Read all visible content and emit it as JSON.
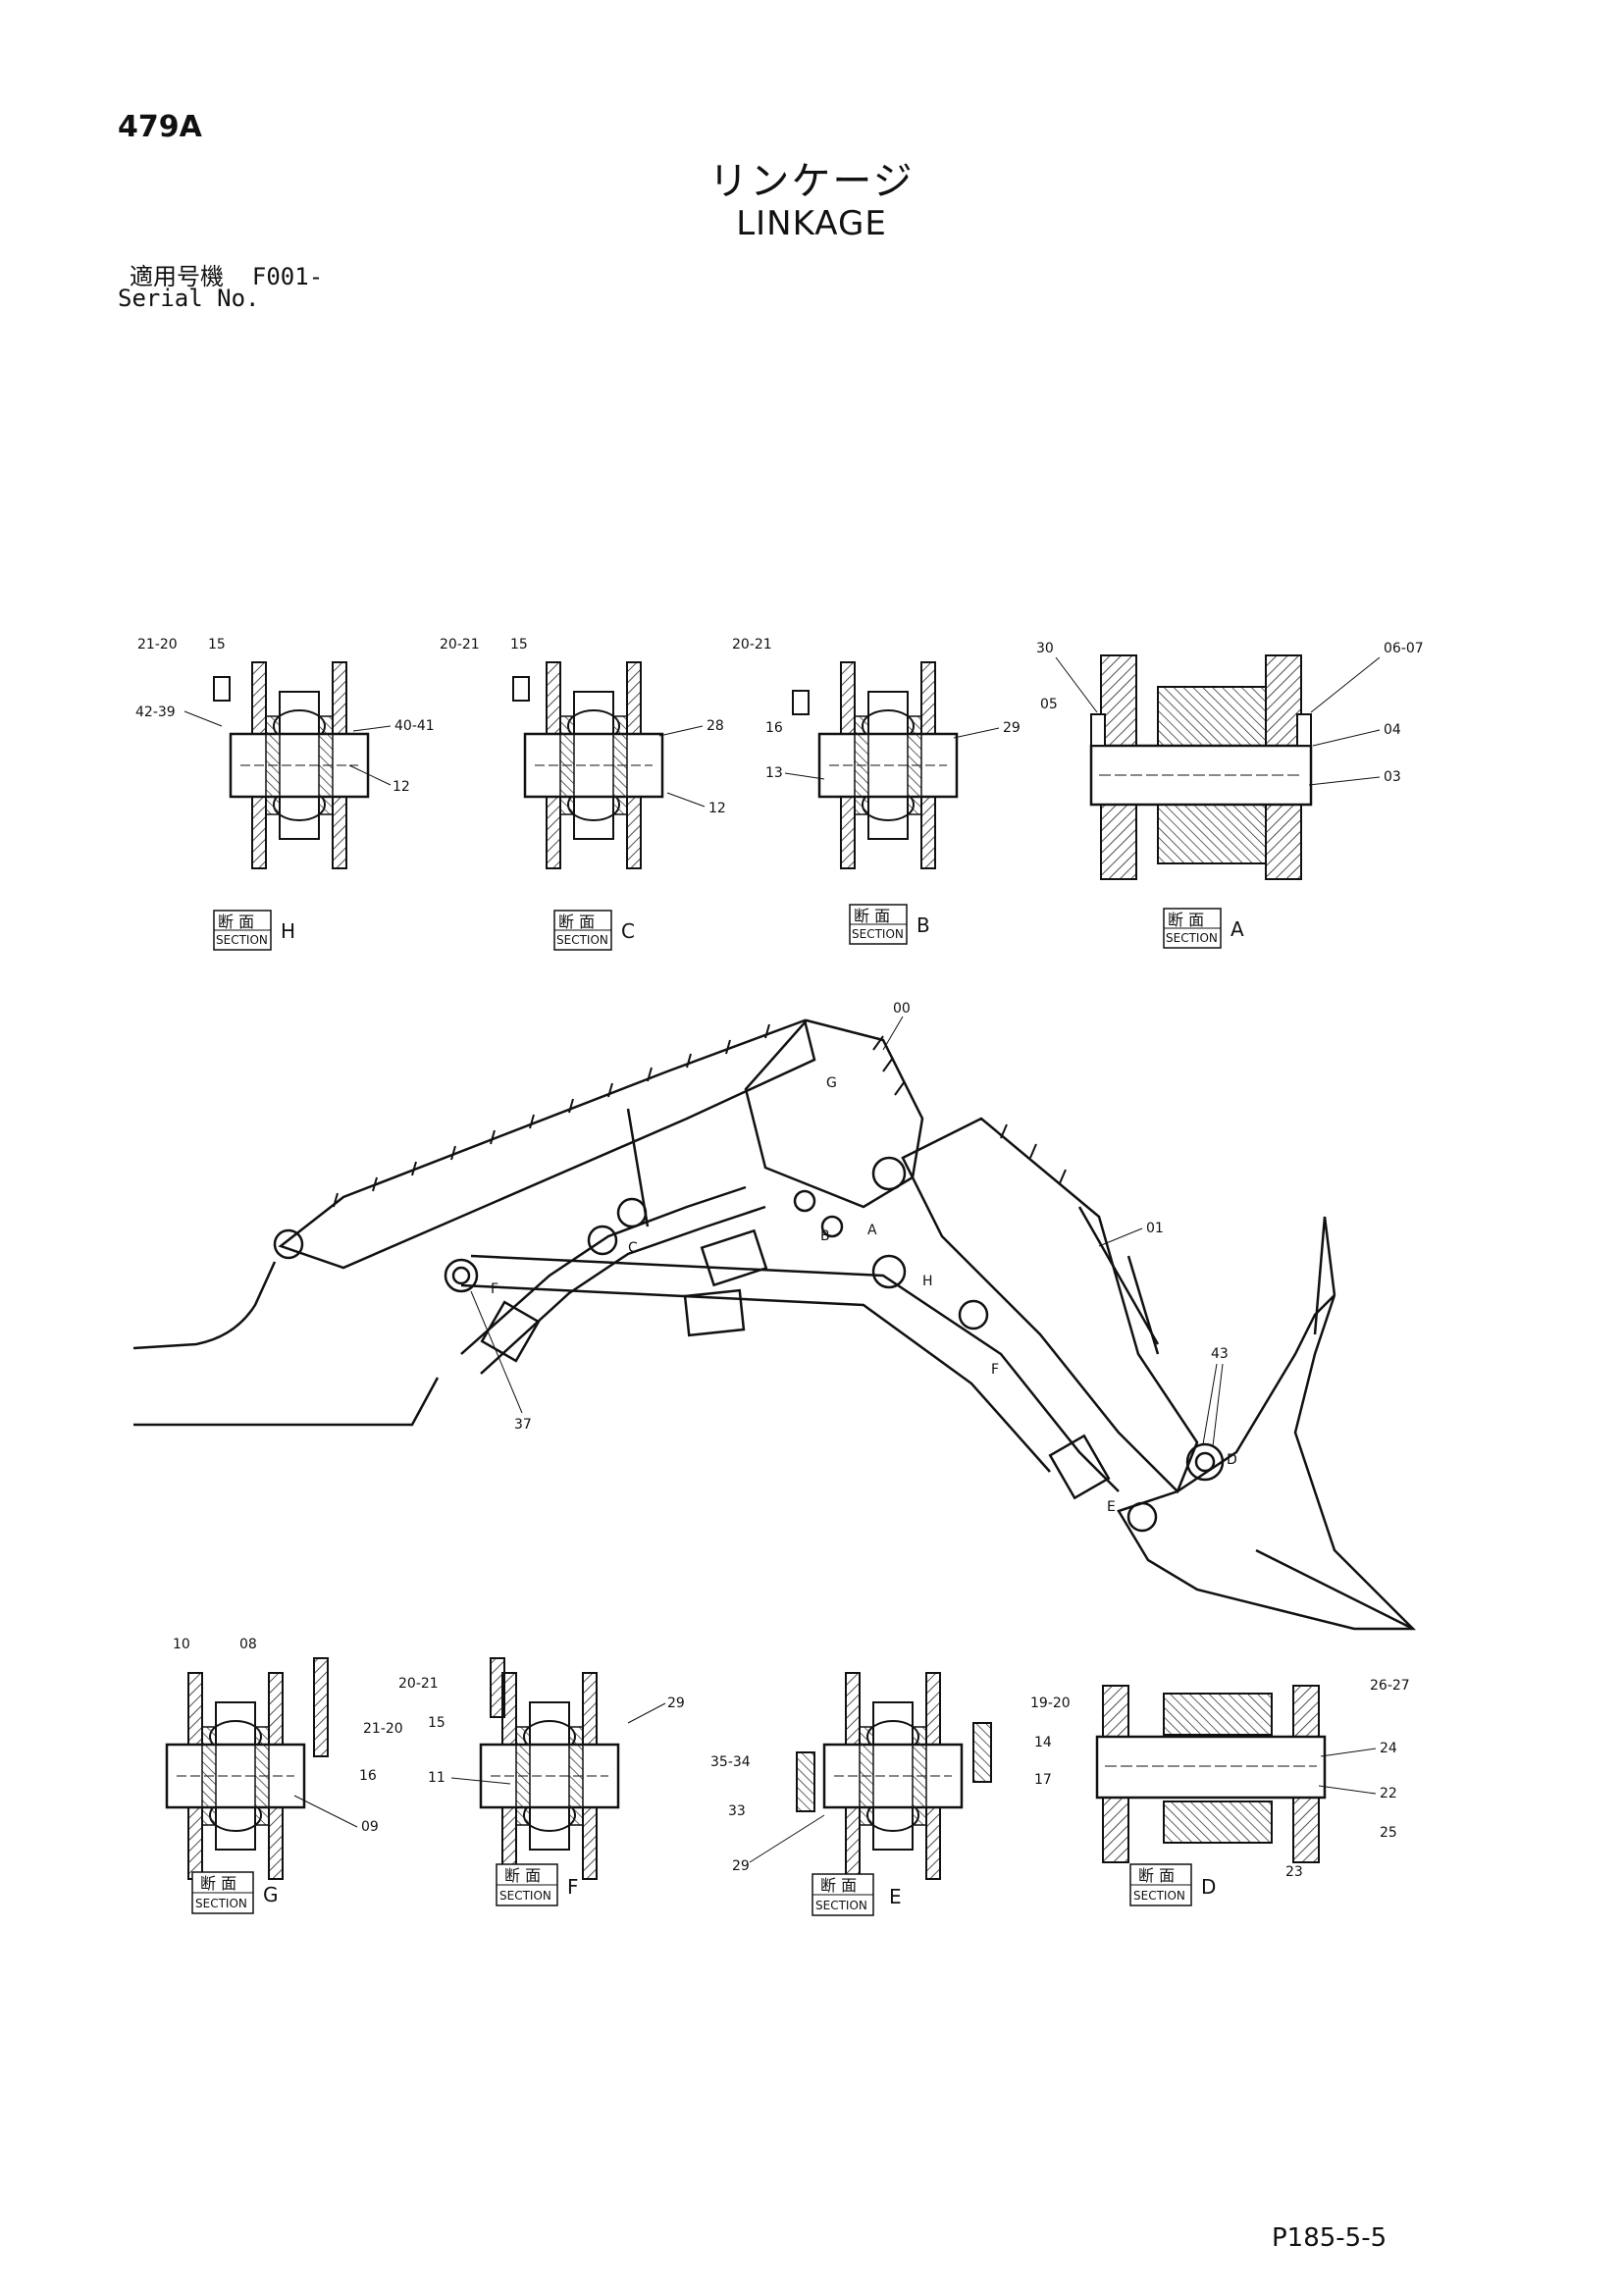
{
  "header": {
    "page_number": "479A",
    "title_jp": "リンケージ",
    "title_en": "LINKAGE",
    "serial_label_jp": "適用号機",
    "serial_value": "F001-",
    "serial_label_en": "Serial No."
  },
  "section_box": {
    "label_jp": "断 面",
    "label_en": "SECTION"
  },
  "sections": {
    "H": {
      "letter": "H",
      "callouts": [
        "21-20",
        "15",
        "42-39",
        "40-41",
        "12"
      ]
    },
    "C": {
      "letter": "C",
      "callouts": [
        "20-21",
        "15",
        "28",
        "12"
      ]
    },
    "B": {
      "letter": "B",
      "callouts": [
        "20-21",
        "16",
        "13",
        "29"
      ]
    },
    "A": {
      "letter": "A",
      "callouts": [
        "30",
        "05",
        "06-07",
        "04",
        "03"
      ]
    },
    "G": {
      "letter": "G",
      "callouts": [
        "10",
        "08",
        "21-20",
        "16",
        "09"
      ]
    },
    "F": {
      "letter": "F",
      "callouts": [
        "20-21",
        "15",
        "29",
        "11"
      ]
    },
    "E": {
      "letter": "E",
      "callouts": [
        "19-20",
        "14",
        "35-34",
        "33",
        "17",
        "29"
      ]
    },
    "D": {
      "letter": "D",
      "callouts": [
        "26-27",
        "24",
        "22",
        "25",
        "23"
      ]
    }
  },
  "main_callouts": {
    "c00": "00",
    "c01": "01",
    "c37": "37",
    "c43": "43",
    "mG": "G",
    "mB": "B",
    "mA": "A",
    "mC": "C",
    "mH": "H",
    "mE": "E",
    "mF": "F",
    "mD": "D",
    "mF2": "F"
  },
  "footer": {
    "page_ref": "P185-5-5"
  }
}
